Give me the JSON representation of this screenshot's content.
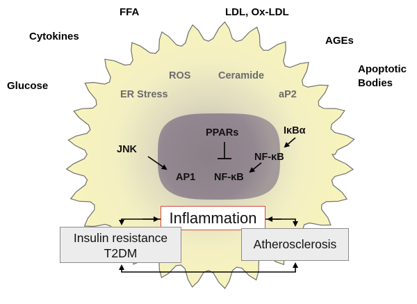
{
  "external_stimuli": {
    "ffa": "FFA",
    "ldl": "LDL, Ox-LDL",
    "cytokines": "Cytokines",
    "ages": "AGEs",
    "glucose": "Glucose",
    "apoptotic_line1": "Apoptotic",
    "apoptotic_line2": "Bodies"
  },
  "cell_stress": {
    "ros": "ROS",
    "ceramide": "Ceramide",
    "er_stress": "ER Stress",
    "ap2": "aP2"
  },
  "nucleus": {
    "pparas": "PPARs",
    "ikba_prefix": "I",
    "ikba_kappa": "κ",
    "ikba_b": "B",
    "ikba_alpha": "α",
    "jnk": "JNK",
    "nfkb1_prefix": "NF-",
    "nfkb1_kappa": "κ",
    "nfkb1_b": "B",
    "ap1": "AP1",
    "nfkb2_prefix": "NF-",
    "nfkb2_kappa": "κ",
    "nfkb2_b": "B"
  },
  "outcomes": {
    "inflammation": "Inflammation",
    "insulin_line1": "Insulin resistance",
    "insulin_line2": "T2DM",
    "atherosclerosis": "Atherosclerosis"
  },
  "colors": {
    "cell_fill": "#f7f2b8",
    "cell_stroke": "#6f6f6f",
    "nucleus": "#8d8189",
    "inflammation_border": "#d24a3c",
    "box_fill": "#ececec"
  }
}
